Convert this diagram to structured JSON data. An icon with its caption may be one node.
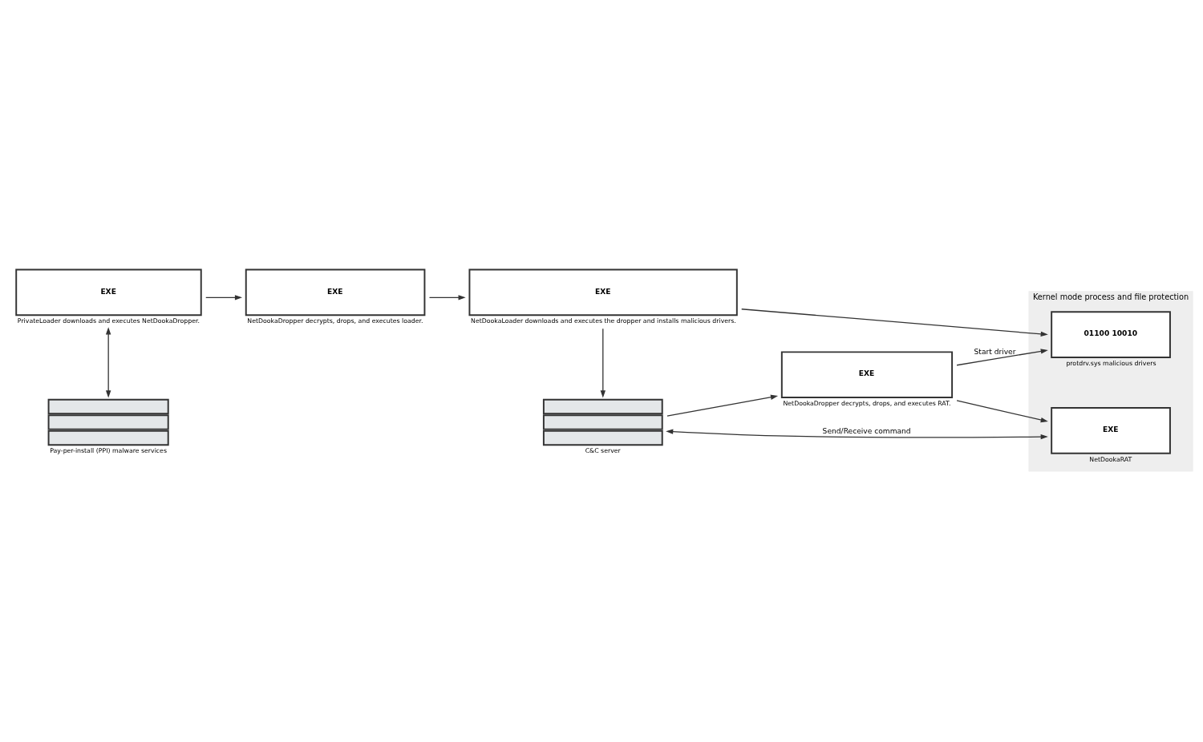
{
  "diagram": {
    "nodes": [
      {
        "text": [
          "Kernel mode process and file protection"
        ]
      },
      {
        "text": [
          "EXE"
        ],
        "beside": [
          "PrivateLoader downloads and executes NetDookaDropper."
        ]
      },
      {
        "text": [
          "EXE"
        ],
        "beside": [
          "NetDookaDropper decrypts, drops, and executes loader."
        ]
      },
      {
        "text": [
          "EXE"
        ],
        "beside": [
          "NetDookaLoader downloads and executes the dropper and installs malicious drivers."
        ]
      },
      {
        "text": [
          "01100 10010"
        ],
        "beside": [
          "protdrv.sys malicious drivers"
        ],
        "in": 0
      },
      {
        "text": [],
        "shape": "picture",
        "beside": [
          "Pay-per-install (PPI) malware services"
        ]
      },
      {
        "text": [],
        "shape": "picture",
        "beside": [
          "C&C server"
        ]
      },
      {
        "text": [
          "EXE"
        ],
        "beside": [
          "NetDookaDropper decrypts, drops, and executes RAT."
        ]
      },
      {
        "text": [
          "EXE"
        ],
        "beside": [
          "NetDookaRAT"
        ],
        "in": 0
      }
    ],
    "edges": [
      {
        "from": 1,
        "to": 2,
        "arrow": "to"
      },
      {
        "from": 2,
        "to": 3,
        "arrow": "to"
      },
      {
        "from": 3,
        "to": 4,
        "arrow": "to"
      },
      {
        "from": 1,
        "to": 5,
        "arrow": "both"
      },
      {
        "from": 3,
        "to": 6,
        "arrow": "to"
      },
      {
        "from": 6,
        "to": 7,
        "arrow": "to"
      },
      {
        "from": 7,
        "to": 4,
        "arrow": "to",
        "label": "Start driver"
      },
      {
        "from": 7,
        "to": 8,
        "arrow": "to"
      },
      {
        "from": 6,
        "to": 8,
        "arrow": "both",
        "label": "Send/Receive command"
      }
    ]
  }
}
